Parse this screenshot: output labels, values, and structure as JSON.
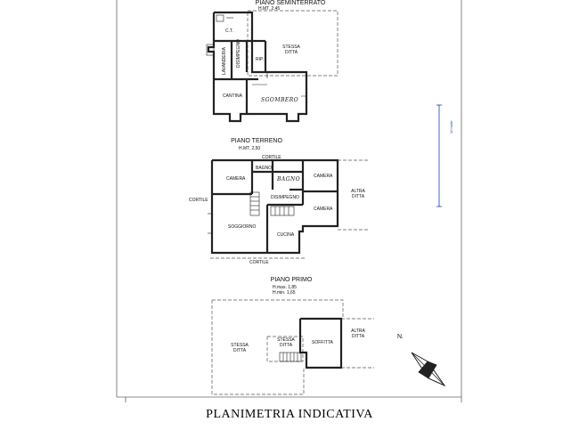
{
  "title": "PLANIMETRIA INDICATIVA",
  "north_label": "N.",
  "scale_text": "10 metri",
  "basement": {
    "title": "PIANO SEMINTERRATO",
    "height": "H.MT. 2,45",
    "rooms": {
      "ct": "C.T.",
      "lavanderia": "LAVANDERIA",
      "disimpegno": "DISIMPEGNO",
      "rip": "RIP.",
      "stessa_ditta": "STESSA\nDITTA",
      "cantina": "CANTINA",
      "sgombero": "SGOMBERO"
    }
  },
  "ground": {
    "title": "PIANO TERRENO",
    "height": "H.MT. 2,50",
    "rooms": {
      "cortile_top": "CORTILE",
      "bagno1": "BAGNO",
      "bagno2": "BAGNO",
      "camera_left": "CAMERA",
      "camera_right_top": "CAMERA",
      "camera_right_bottom": "CAMERA",
      "disimpegno": "DISIMPEGNO",
      "soggiorno": "SOGGIORNO",
      "cucina": "CUCINA",
      "cortile_left": "CORTILE",
      "cortile_bottom": "CORTILE",
      "altra_ditta": "ALTRA\nDITTA"
    }
  },
  "first": {
    "title": "PIANO PRIMO",
    "hmax": "H.max. 1,85",
    "hmin": "H.min. 1,65",
    "rooms": {
      "stessa_ditta_left": "STESSA\nDITTA",
      "stessa_ditta_inner": "STESSA\nDITTA",
      "soffitta": "SOFFITTA",
      "altra_ditta": "ALTRA\nDITTA"
    }
  }
}
